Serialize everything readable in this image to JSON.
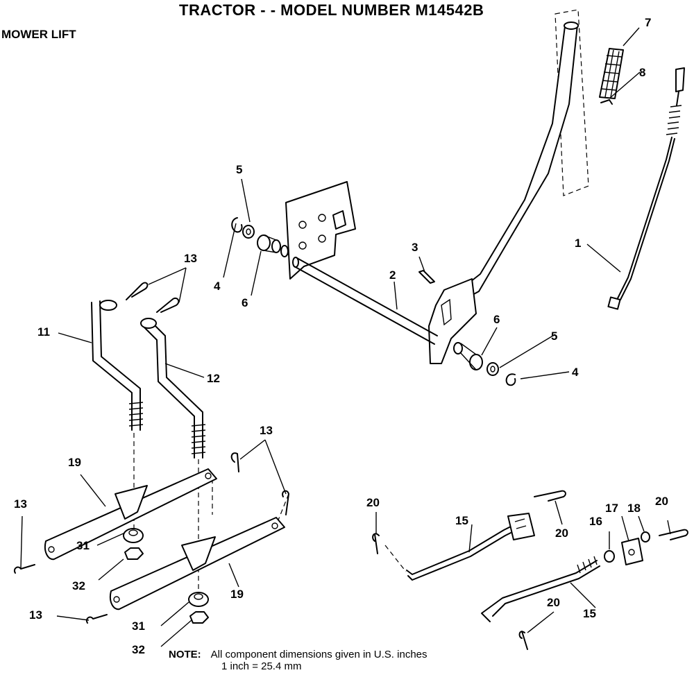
{
  "header": {
    "title": "TRACTOR - - MODEL NUMBER M14542B",
    "section": "MOWER LIFT"
  },
  "note": {
    "label": "NOTE:",
    "line1": "All component dimensions given in U.S. inches",
    "line2": "1 inch = 25.4 mm"
  },
  "callouts": [
    "7",
    "8",
    "5",
    "1",
    "3",
    "2",
    "4",
    "6",
    "13",
    "6",
    "5",
    "11",
    "4",
    "12",
    "13",
    "19",
    "13",
    "20",
    "31",
    "15",
    "20",
    "16",
    "17",
    "18",
    "20",
    "32",
    "19",
    "20",
    "15",
    "13",
    "31",
    "32"
  ]
}
